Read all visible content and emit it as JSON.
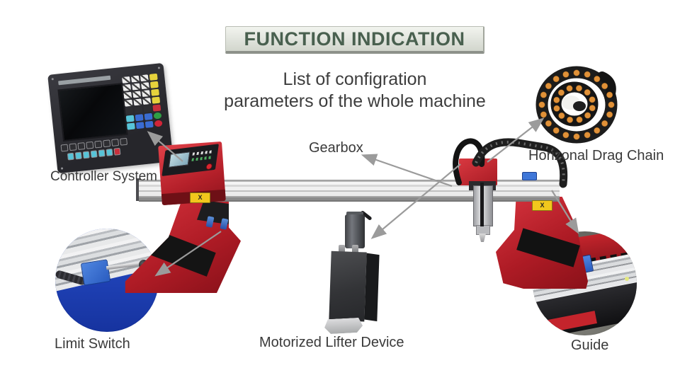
{
  "title": {
    "label": "FUNCTION INDICATION"
  },
  "subtitle": {
    "line1": "List of configration",
    "line2": "parameters of the whole machine"
  },
  "parts": {
    "controller": {
      "label": "Controller System"
    },
    "gearbox": {
      "label": "Gearbox"
    },
    "drag_chain": {
      "label": "Horizonal Drag Chain"
    },
    "limit_switch": {
      "label": "Limit Switch"
    },
    "lifter": {
      "label": "Motorized Lifter Device"
    },
    "guide": {
      "label": "Guide"
    }
  },
  "machine": {
    "axis_badge": "X"
  },
  "colors": {
    "title_text": "#49604f",
    "title_bg": "#e0e3dc",
    "machine_red": "#bf2129",
    "beam_silver": "#d9d9d9",
    "chain_dot_orange": "#e09138",
    "switch_blue": "#3f77d8",
    "limit_bg_blue": "#1d3dbb",
    "arrow_gray": "#9b9b9b",
    "label_text": "#3a3a3a"
  }
}
